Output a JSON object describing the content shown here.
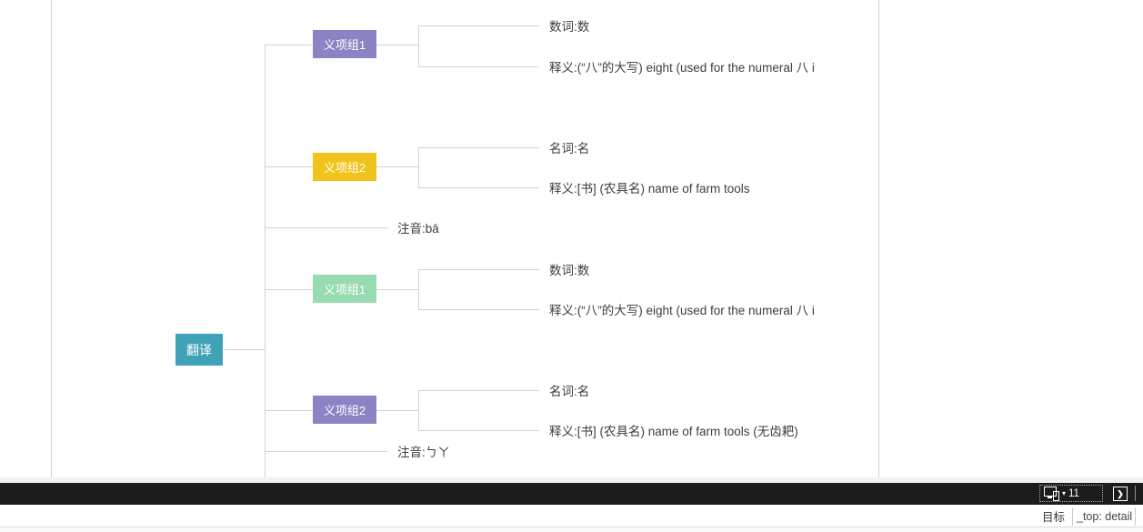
{
  "mindmap": {
    "root": {
      "label": "翻译",
      "color": "#3fa3b8"
    },
    "groups": [
      {
        "label": "义项组1",
        "color": "#8a84c4",
        "children": [
          "数词:数",
          "释义:(“八”的大写) eight (used for the numeral 八 i"
        ]
      },
      {
        "label": "义项组2",
        "color": "#f0c41b",
        "children": [
          "名词:名",
          "释义:[书] (农具名) name of farm tools"
        ]
      },
      {
        "label": "义项组1",
        "color": "#98dbb0",
        "children": [
          "数词:数",
          "释义:(“八”的大写) eight (used for the numeral 八 i"
        ]
      },
      {
        "label": "义项组2",
        "color": "#8a84c4",
        "children": [
          "名词:名",
          "释义:[书] (农具名) name of farm tools (无齿耙)"
        ]
      }
    ],
    "zhuyin_nodes": [
      "注音:bā",
      "注音:ㄅㄚ"
    ]
  },
  "statusbar": {
    "window_size_value": "11",
    "dropdown_caret": "▾",
    "code_navigator_glyph": "❯"
  },
  "property_inspector": {
    "target_label": "目标",
    "target_value": "_top: detail"
  }
}
